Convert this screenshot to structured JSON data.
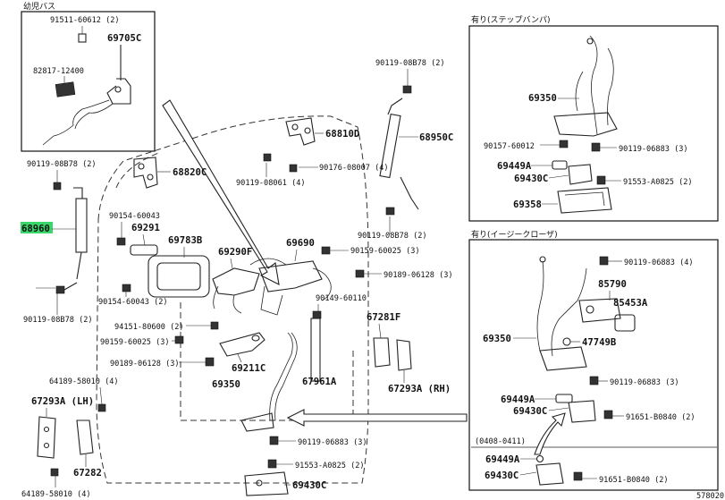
{
  "captions": {
    "kids_bus": "幼児バス",
    "step_bumper": "有り(ステップバンパ)",
    "easy_closer": "有り(イージークローザ)",
    "date_range": "(0408-0411)",
    "corner_code": "578020"
  },
  "highlight_color": "#39d66a",
  "labels": {
    "l_91511_60612": "91511-60612 (2)",
    "l_69705C": "69705C",
    "l_82817_12400": "82817-12400",
    "l_90119_08B78_top": "90119-08B78 (2)",
    "l_68950C": "68950C",
    "l_68810D": "68810D",
    "l_90176_08007": "90176-08007 (4)",
    "l_90119_08061": "90119-08061 (4)",
    "l_68820C": "68820C",
    "l_90119_08B78_left": "90119-08B78 (2)",
    "l_68960": "68960",
    "l_90154_60043_top": "90154-60043",
    "l_69291": "69291",
    "l_69783B": "69783B",
    "l_69290F": "69290F",
    "l_69690": "69690",
    "l_90119_08B78_mid": "90119-08B78 (2)",
    "l_90159_60025_mid": "90159-60025 (3)",
    "l_90189_06128_mid": "90189-06128 (3)",
    "l_90154_60043_bot": "90154-60043 (2)",
    "l_90149_60110": "90149-60110",
    "l_90119_08B78_lower": "90119-08B78 (2)",
    "l_94151_80600": "94151-80600 (2)",
    "l_67281F": "67281F",
    "l_90159_60025_low": "90159-60025 (3)",
    "l_90189_06128_low": "90189-06128 (3)",
    "l_69211C": "69211C",
    "l_64189_58010_top": "64189-58010 (4)",
    "l_69350_main": "69350",
    "l_67961A": "67961A",
    "l_67293A_RH": "67293A (RH)",
    "l_67293A_LH": "67293A (LH)",
    "l_90119_06883_main": "90119-06883 (3)",
    "l_91553_A0825_main": "91553-A0825 (2)",
    "l_67282": "67282",
    "l_69430C_main": "69430C",
    "l_64189_58010_bot": "64189-58010 (4)",
    "l_69350_step": "69350",
    "l_90157_60012": "90157-60012",
    "l_90119_06883_step": "90119-06883 (3)",
    "l_69449A_step": "69449A",
    "l_69430C_step": "69430C",
    "l_91553_A0825_step": "91553-A0825 (2)",
    "l_69358": "69358",
    "l_90119_06883_ec_top": "90119-06883 (4)",
    "l_85790": "85790",
    "l_85453A": "85453A",
    "l_69350_ec": "69350",
    "l_47749B": "47749B",
    "l_90119_06883_ec_mid": "90119-06883 (3)",
    "l_69449A_ec": "69449A",
    "l_69430C_ec": "69430C",
    "l_91651_B0840_ec": "91651-B0840 (2)",
    "l_69449A_ec2": "69449A",
    "l_69430C_ec2": "69430C",
    "l_91651_B0840_ec2": "91651-B0840 (2)"
  }
}
